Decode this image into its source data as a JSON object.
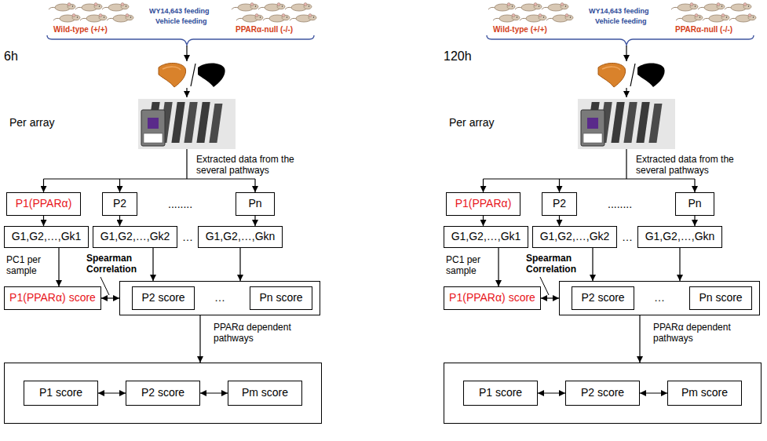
{
  "diagram": {
    "nodes": [
      {
        "text": [
          "P1(PPARα)"
        ]
      },
      {
        "text": [
          "P2"
        ]
      },
      {
        "text": [
          "Pn"
        ]
      },
      {
        "text": [
          "G1,G2,…,Gk1"
        ]
      },
      {
        "text": [
          "G1,G2,…,Gk2"
        ]
      },
      {
        "text": [
          "G1,G2,…,Gkn"
        ]
      },
      {
        "text": [
          "P1(PPARα) score"
        ]
      },
      {
        "text": [
          "…"
        ]
      },
      {
        "text": [
          "P2 score"
        ],
        "in": 7
      },
      {
        "text": [
          "Pn score"
        ],
        "in": 7
      },
      {
        "text": []
      },
      {
        "text": [
          "P1 score"
        ],
        "in": 10
      },
      {
        "text": [
          "P2 score"
        ],
        "in": 10
      },
      {
        "text": [
          "Pm score"
        ],
        "in": 10
      },
      {
        "text": [
          "P1(PPARα)"
        ]
      },
      {
        "text": [
          "P2"
        ]
      },
      {
        "text": [
          "Pn"
        ]
      },
      {
        "text": [
          "G1,G2,…,Gk1"
        ]
      },
      {
        "text": [
          "G1,G2,…,Gk2"
        ]
      },
      {
        "text": [
          "G1,G2,…,Gkn"
        ]
      },
      {
        "text": [
          "P1(PPARα) score"
        ]
      },
      {
        "text": [
          "…"
        ]
      },
      {
        "text": [
          "P2 score"
        ],
        "in": 21
      },
      {
        "text": [
          "Pn score"
        ],
        "in": 21
      },
      {
        "text": []
      },
      {
        "text": [
          "P1 score"
        ],
        "in": 24
      },
      {
        "text": [
          "P2 score"
        ],
        "in": 24
      },
      {
        "text": [
          "Pm score"
        ],
        "in": 24
      }
    ],
    "edges": [
      {
        "from": 0,
        "to": 3,
        "arrow": "to"
      },
      {
        "from": 1,
        "to": 4,
        "arrow": "to"
      },
      {
        "from": 2,
        "to": 5,
        "arrow": "to"
      },
      {
        "from": 3,
        "to": 6,
        "arrow": "to"
      },
      {
        "from": 4,
        "to": 7,
        "arrow": "to"
      },
      {
        "from": 5,
        "to": 7,
        "arrow": "to"
      },
      {
        "from": 6,
        "to": 7,
        "arrow": "both"
      },
      {
        "from": 7,
        "to": 10,
        "arrow": "to"
      },
      {
        "from": 11,
        "to": 12,
        "arrow": "both"
      },
      {
        "from": 12,
        "to": 13,
        "arrow": "both"
      },
      {
        "from": 14,
        "to": 17,
        "arrow": "to"
      },
      {
        "from": 15,
        "to": 18,
        "arrow": "to"
      },
      {
        "from": 16,
        "to": 19,
        "arrow": "to"
      },
      {
        "from": 17,
        "to": 20,
        "arrow": "to"
      },
      {
        "from": 18,
        "to": 21,
        "arrow": "to"
      },
      {
        "from": 19,
        "to": 21,
        "arrow": "to"
      },
      {
        "from": 20,
        "to": 21,
        "arrow": "both"
      },
      {
        "from": 21,
        "to": 24,
        "arrow": "to"
      },
      {
        "from": 25,
        "to": 26,
        "arrow": "both"
      },
      {
        "from": 26,
        "to": 27,
        "arrow": "both"
      }
    ],
    "labels": [
      "WY14,643 feeding",
      "Vehicle feeding",
      "Wild-type (+/+)",
      "PPARα-null (-/-)",
      "6h",
      "Per array",
      "Extracted data from the several pathways",
      "........",
      "…",
      "PC1 per sample",
      "Spearman Correlation",
      "PPARα dependent pathways",
      "WY14,643 feeding",
      "Vehicle feeding",
      "Wild-type (+/+)",
      "PPARα-null (-/-)",
      "120h",
      "Per array",
      "Extracted data from the several pathways",
      "........",
      "…",
      "PC1 per sample",
      "Spearman Correlation",
      "PPARα dependent pathways"
    ]
  }
}
